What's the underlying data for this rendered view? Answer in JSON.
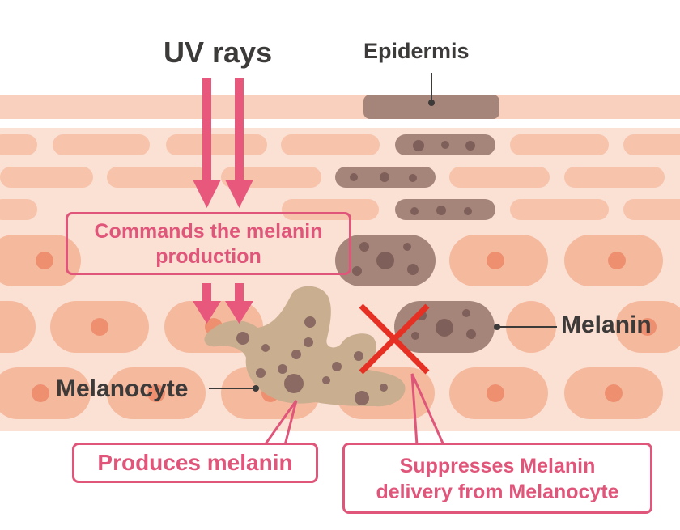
{
  "labels": {
    "uv_rays": "UV rays",
    "epidermis": "Epidermis",
    "melanin": "Melanin",
    "melanocyte": "Melanocyte"
  },
  "boxes": {
    "commands_line1": "Commands the melanin",
    "commands_line2": "production",
    "produces": "Produces melanin",
    "suppresses_line1": "Suppresses Melanin",
    "suppresses_line2": "delivery from Melanocyte"
  },
  "colors": {
    "accent_pink": "#e0567a",
    "arrow": "#e8587d",
    "skin_light": "#f7c9b4",
    "skin_cell": "#f4b89d",
    "nucleus": "#ee9070",
    "melanin_cell": "#a5857a",
    "melanocyte": "#c9ae8f",
    "granule": "#8a6a63",
    "cross": "#e63024",
    "text_dark": "#3d3a3a"
  }
}
